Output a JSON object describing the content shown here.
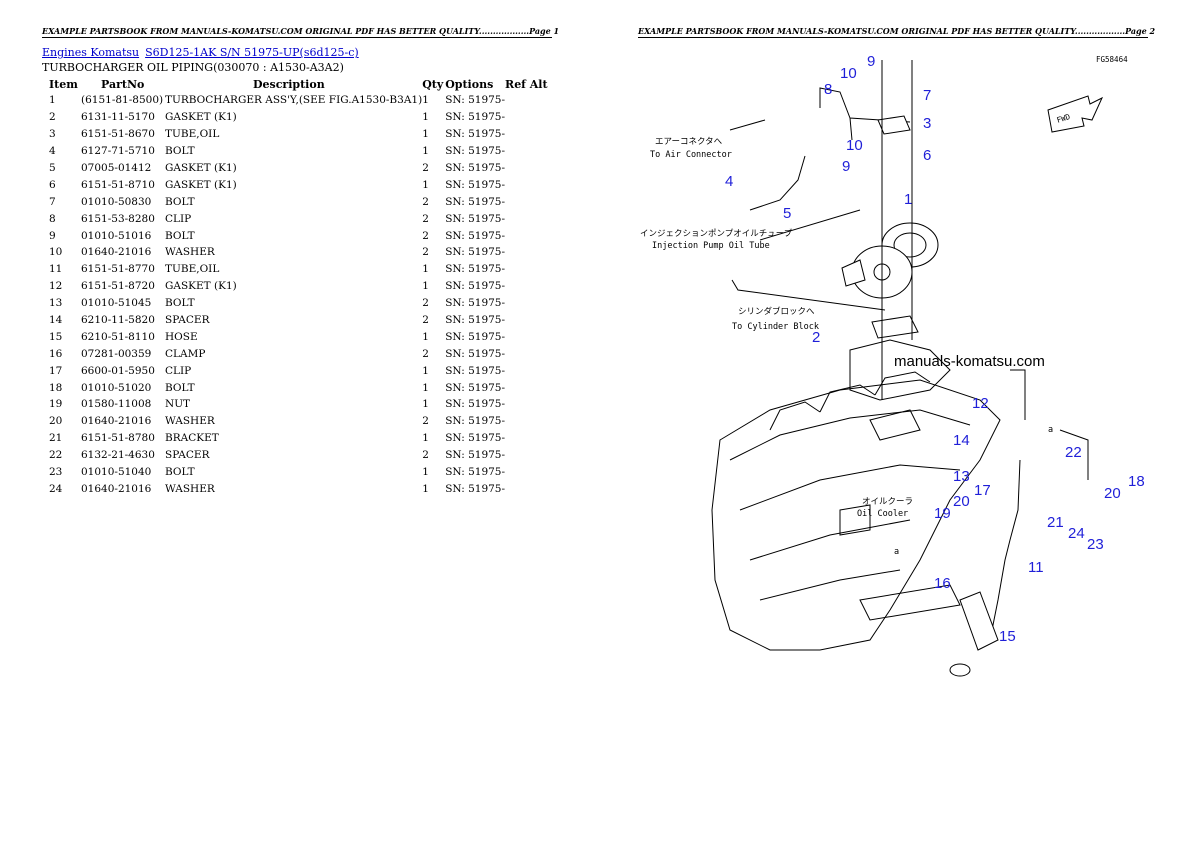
{
  "header": {
    "left": "EXAMPLE PARTSBOOK FROM MANUALS-KOMATSU.COM ORIGINAL PDF HAS BETTER QUALITY..................Page 1",
    "right": "EXAMPLE PARTSBOOK FROM MANUALS-KOMATSU.COM ORIGINAL PDF HAS BETTER QUALITY..................Page 2"
  },
  "breadcrumb": {
    "link1": "Engines Komatsu",
    "link2": "S6D125-1AK S/N 51975-UP(s6d125-c)"
  },
  "subtitle": "TURBOCHARGER OIL PIPING(030070 : A1530-A3A2)",
  "table": {
    "headers": [
      "Item",
      "PartNo",
      "Description",
      "Qty",
      "Options",
      "Ref Alt"
    ],
    "rows": [
      [
        "1",
        "(6151-81-8500)",
        "TURBOCHARGER ASS'Y,(SEE FIG.A1530-B3A1)",
        "1",
        "SN: 51975-"
      ],
      [
        "2",
        "6131-11-5170",
        "GASKET (K1)",
        "1",
        "SN: 51975-"
      ],
      [
        "3",
        "6151-51-8670",
        "TUBE,OIL",
        "1",
        "SN: 51975-"
      ],
      [
        "4",
        "6127-71-5710",
        "BOLT",
        "1",
        "SN: 51975-"
      ],
      [
        "5",
        "07005-01412",
        "GASKET (K1)",
        "2",
        "SN: 51975-"
      ],
      [
        "6",
        "6151-51-8710",
        "GASKET (K1)",
        "1",
        "SN: 51975-"
      ],
      [
        "7",
        "01010-50830",
        "BOLT",
        "2",
        "SN: 51975-"
      ],
      [
        "8",
        "6151-53-8280",
        "CLIP",
        "2",
        "SN: 51975-"
      ],
      [
        "9",
        "01010-51016",
        "BOLT",
        "2",
        "SN: 51975-"
      ],
      [
        "10",
        "01640-21016",
        "WASHER",
        "2",
        "SN: 51975-"
      ],
      [
        "11",
        "6151-51-8770",
        "TUBE,OIL",
        "1",
        "SN: 51975-"
      ],
      [
        "12",
        "6151-51-8720",
        "GASKET (K1)",
        "1",
        "SN: 51975-"
      ],
      [
        "13",
        "01010-51045",
        "BOLT",
        "2",
        "SN: 51975-"
      ],
      [
        "14",
        "6210-11-5820",
        "SPACER",
        "2",
        "SN: 51975-"
      ],
      [
        "15",
        "6210-51-8110",
        "HOSE",
        "1",
        "SN: 51975-"
      ],
      [
        "16",
        "07281-00359",
        "CLAMP",
        "2",
        "SN: 51975-"
      ],
      [
        "17",
        "6600-01-5950",
        "CLIP",
        "1",
        "SN: 51975-"
      ],
      [
        "18",
        "01010-51020",
        "BOLT",
        "1",
        "SN: 51975-"
      ],
      [
        "19",
        "01580-11008",
        "NUT",
        "1",
        "SN: 51975-"
      ],
      [
        "20",
        "01640-21016",
        "WASHER",
        "2",
        "SN: 51975-"
      ],
      [
        "21",
        "6151-51-8780",
        "BRACKET",
        "1",
        "SN: 51975-"
      ],
      [
        "22",
        "6132-21-4630",
        "SPACER",
        "2",
        "SN: 51975-"
      ],
      [
        "23",
        "01010-51040",
        "BOLT",
        "1",
        "SN: 51975-"
      ],
      [
        "24",
        "01640-21016",
        "WASHER",
        "1",
        "SN: 51975-"
      ]
    ]
  },
  "diagram": {
    "fig_code": "FG58464",
    "fwd": "FWD",
    "watermark": "manuals-komatsu.com",
    "air_connector_jp": "エアーコネクタへ",
    "air_connector_en": "To Air Connector",
    "injection_jp": "インジェクションポンプオイルチューブ",
    "injection_en": "Injection Pump Oil Tube",
    "cylinder_jp": "シリンダブロックへ",
    "cylinder_en": "To Cylinder Block",
    "oil_cooler_jp": "オイルクーラ",
    "oil_cooler_en": "Oil Cooler",
    "marker_a": "a",
    "callouts": [
      "9",
      "10",
      "8",
      "7",
      "3",
      "10",
      "9",
      "6",
      "4",
      "5",
      "1",
      "2",
      "12",
      "14",
      "22",
      "13",
      "17",
      "20",
      "18",
      "20",
      "19",
      "21",
      "24",
      "23",
      "11",
      "16",
      "15"
    ]
  }
}
